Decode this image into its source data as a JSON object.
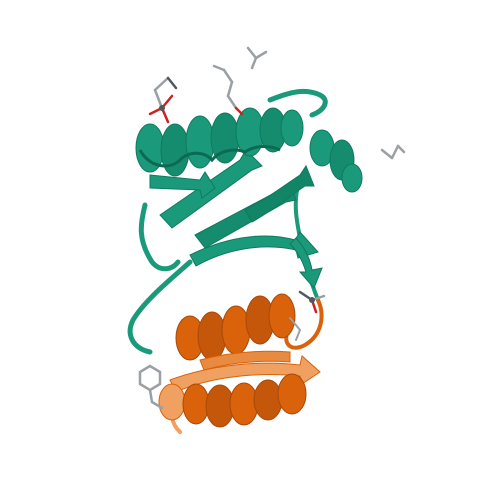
{
  "image": {
    "background": "#ffffff"
  },
  "colors": {
    "domain_top": "#1a9a7a",
    "domain_top_dark": "#0f7a5f",
    "domain_bottom": "#d9620b",
    "domain_bottom_dark": "#a9490a",
    "domain_bottom_light": "#f0a060",
    "stick_gray": "#9aa0a4",
    "stick_red": "#d02020",
    "stick_dark": "#505860"
  },
  "structure": {
    "domains": [
      {
        "id": "top",
        "color_key": "domain_top"
      },
      {
        "id": "bottom",
        "color_key": "domain_bottom"
      }
    ]
  }
}
